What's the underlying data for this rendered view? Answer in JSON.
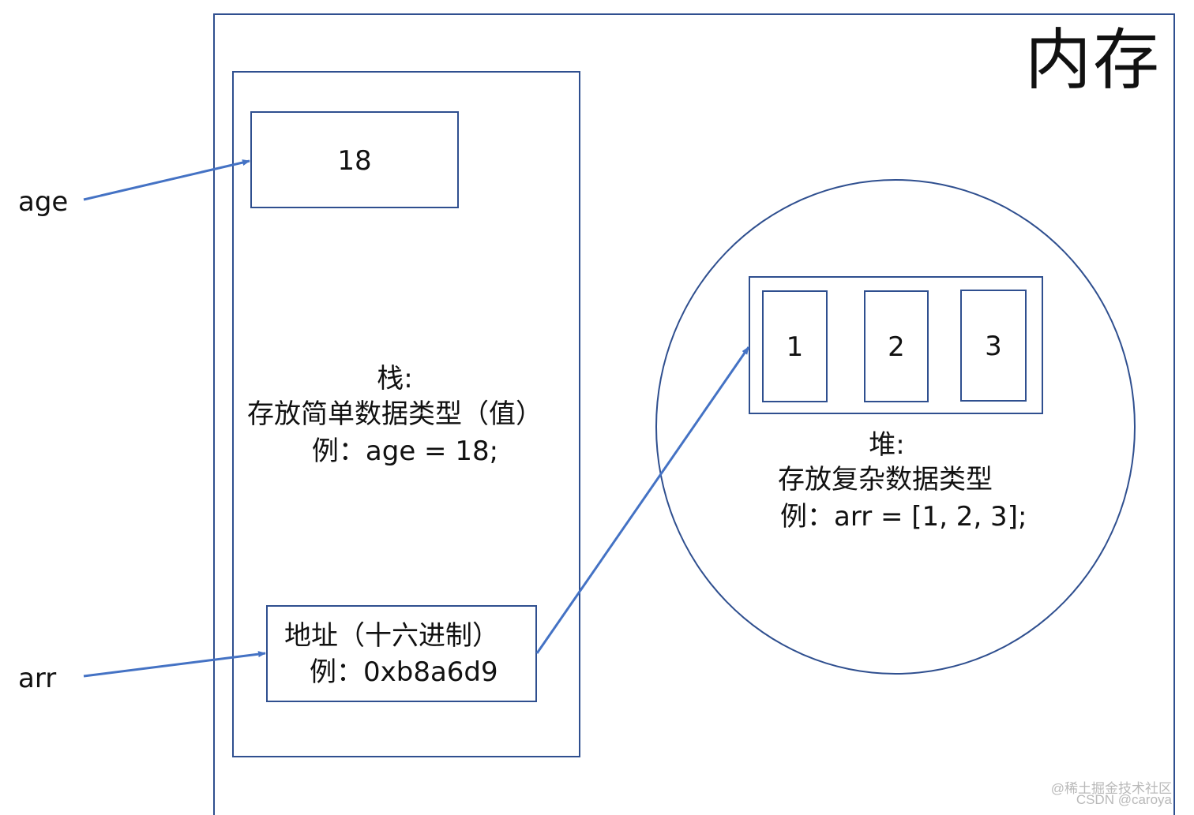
{
  "memory": {
    "title": "内存"
  },
  "stack": {
    "age_value": "18",
    "label_title": "栈:",
    "label_desc": "存放简单数据类型（值）",
    "label_example": "例：age = 18;",
    "address_title": "地址（十六进制）",
    "address_example": "例：0xb8a6d9"
  },
  "heap": {
    "items": [
      "1",
      "2",
      "3"
    ],
    "label_title": "堆:",
    "label_desc": "存放复杂数据类型",
    "label_example": "例：arr = [1, 2, 3];"
  },
  "variables": {
    "age": "age",
    "arr": "arr"
  },
  "watermark": {
    "line1": "@稀土掘金技术社区",
    "line2": "CSDN @caroya"
  },
  "colors": {
    "border": "#2f4f8f",
    "arrow": "#4472c4",
    "text": "#111111"
  }
}
